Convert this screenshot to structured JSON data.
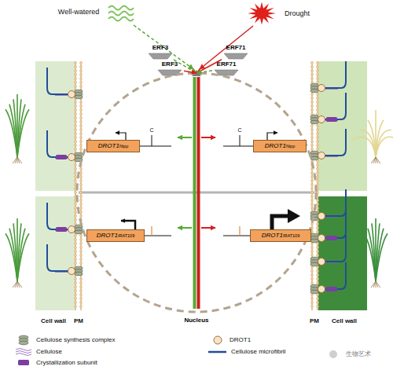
{
  "diagram": {
    "nodes": [
      {
        "text": [
          "ERF3"
        ]
      },
      {
        "text": [
          "ERF71"
        ]
      },
      {
        "text": [
          "ERF3"
        ]
      },
      {
        "text": [
          "ERF71"
        ]
      },
      {
        "text": [
          "Nucleus"
        ]
      },
      {
        "text": [
          "DROT1",
          "Nipp"
        ],
        "in": 4
      },
      {
        "text": [
          "DROT1",
          "Nipp"
        ],
        "in": 4
      },
      {
        "text": [
          "DROT1",
          "IRAT109"
        ],
        "in": 4
      },
      {
        "text": [
          "DROT1",
          "IRAT109"
        ],
        "in": 4
      }
    ],
    "edges": [
      {
        "from": 0,
        "to": 4,
        "arrow": "to"
      },
      {
        "from": 1,
        "to": 4,
        "arrow": "to"
      },
      {
        "from": 2,
        "to": 4,
        "arrow": "to"
      },
      {
        "from": 3,
        "to": 4,
        "arrow": "to"
      }
    ],
    "labels": [
      "Well-watered",
      "Drought",
      "C",
      "C",
      "Cell wall",
      "PM",
      "PM",
      "Cell wall",
      "生物艺术"
    ],
    "legend": [
      {
        "text": "Cellulose synthesis complex"
      },
      {
        "text": "Cellulose"
      },
      {
        "text": "Crystallization subunit"
      },
      {
        "text": "DROT1"
      },
      {
        "text": "Cellulose microfibril"
      }
    ]
  }
}
